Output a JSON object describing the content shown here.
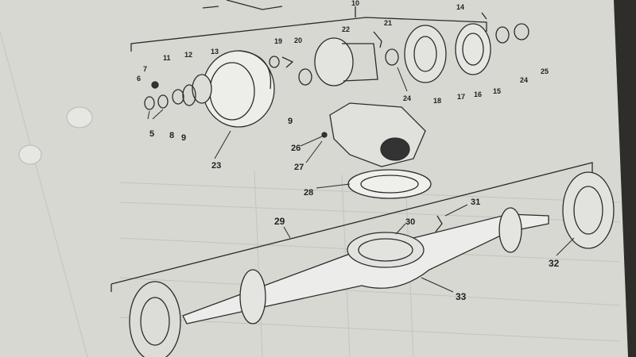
{
  "photo": {
    "paper_color": "#d9d9d4",
    "line_color": "#2b2b2b",
    "shadow_color": "#2a2a28"
  },
  "callouts": {
    "c10": "10",
    "c21": "21",
    "c14": "14",
    "c22": "22",
    "c19": "19",
    "c20": "20",
    "c7": "7",
    "c11": "11",
    "c12": "12",
    "c13": "13",
    "c6": "6",
    "c24a": "24",
    "c18": "18",
    "c17": "17",
    "c16": "16",
    "c15": "15",
    "c24b": "24",
    "c25": "25",
    "c5": "5",
    "c8": "8",
    "c9a": "9",
    "c9b": "9",
    "c26": "26",
    "c27": "27",
    "c23": "23",
    "c28": "28",
    "c29": "29",
    "c30": "30",
    "c31": "31",
    "c32": "32",
    "c33": "33"
  }
}
